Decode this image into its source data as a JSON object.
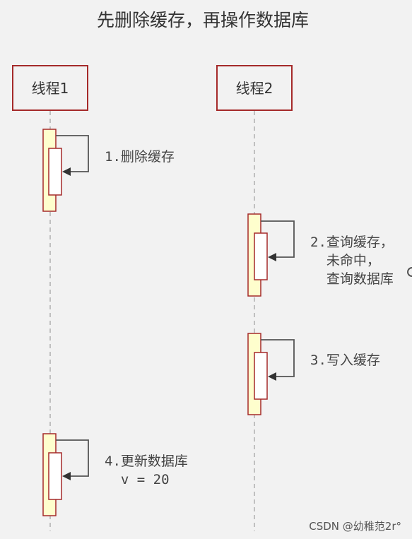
{
  "title": "先删除缓存，再操作数据库",
  "actors": [
    {
      "id": "thread1",
      "label": "线程1"
    },
    {
      "id": "thread2",
      "label": "线程2"
    }
  ],
  "steps": [
    {
      "actor": "thread1",
      "lines": [
        "1.删除缓存"
      ]
    },
    {
      "actor": "thread2",
      "lines": [
        "2.查询缓存，",
        "  未命中，",
        "  查询数据库"
      ]
    },
    {
      "actor": "thread2",
      "lines": [
        "3.写入缓存"
      ]
    },
    {
      "actor": "thread1",
      "lines": [
        "4.更新数据库",
        "  v = 20"
      ]
    }
  ],
  "watermark": "CSDN @幼稚范2r°",
  "colors": {
    "box_border": "#a52a2a",
    "activation_fill": "#fefecd",
    "background": "#f2f2f2"
  }
}
